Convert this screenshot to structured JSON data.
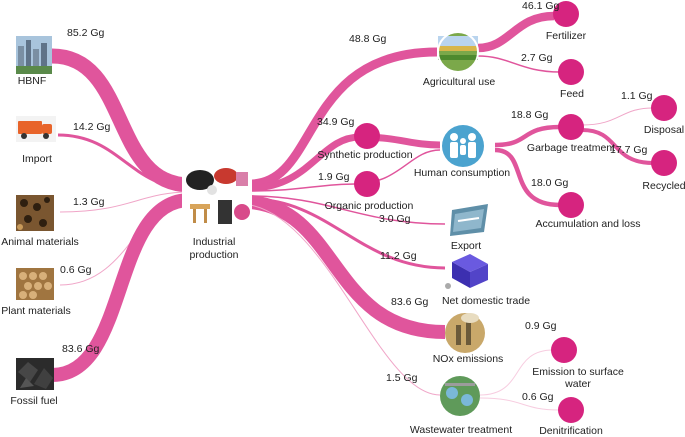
{
  "colors": {
    "flow": "#e0559c",
    "node": "#d6247f",
    "thin": "#f0a6c8"
  },
  "sources": [
    {
      "label": "HBNF",
      "value": "85.2 Gg",
      "icon": "city-skyline-icon"
    },
    {
      "label": "Import",
      "value": "14.2 Gg",
      "icon": "truck-icon"
    },
    {
      "label": "Animal materials",
      "value": "1.3 Gg",
      "icon": "animal-hide-icon"
    },
    {
      "label": "Plant materials",
      "value": "0.6 Gg",
      "icon": "wood-pile-icon"
    },
    {
      "label": "Fossil fuel",
      "value": "83.6 Gg",
      "icon": "coal-icon"
    }
  ],
  "hub": {
    "label": "Industrial\nproduction",
    "icon": "industrial-products-icon"
  },
  "outputs": {
    "agri": {
      "label": "Agricultural use",
      "value": "48.8 Gg",
      "icon": "farmland-icon"
    },
    "fertilizer": {
      "label": "Fertilizer",
      "value": "46.1 Gg"
    },
    "feed": {
      "label": "Feed",
      "value": "2.7 Gg"
    },
    "synthetic": {
      "label": "Synthetic production",
      "value": "34.9 Gg"
    },
    "organic": {
      "label": "Organic production",
      "value": "1.9 Gg"
    },
    "human": {
      "label": "Human consumption",
      "icon": "people-icon"
    },
    "garbage": {
      "label": "Garbage treatment",
      "value": "18.8 Gg"
    },
    "disposal": {
      "label": "Disposal",
      "value": "1.1 Gg"
    },
    "recycled": {
      "label": "Recycled",
      "value": "17.7 Gg"
    },
    "accum": {
      "label": "Accumulation and loss",
      "value": "18.0 Gg"
    },
    "export": {
      "label": "Export",
      "value": "3.0 Gg",
      "icon": "export-sign-icon"
    },
    "trade": {
      "label": "Net domestic trade",
      "value": "11.2 Gg",
      "icon": "buy-sell-dice-icon"
    },
    "nox": {
      "label": "NOx emissions",
      "value": "83.6 Gg",
      "icon": "smokestack-icon"
    },
    "wastewater": {
      "label": "Wastewater treatment",
      "value": "1.5 Gg",
      "icon": "treatment-plant-icon"
    },
    "surface": {
      "label": "Emission to surface\nwater",
      "value": "0.9 Gg"
    },
    "denit": {
      "label": "Denitrification",
      "value": "0.6 Gg"
    }
  }
}
